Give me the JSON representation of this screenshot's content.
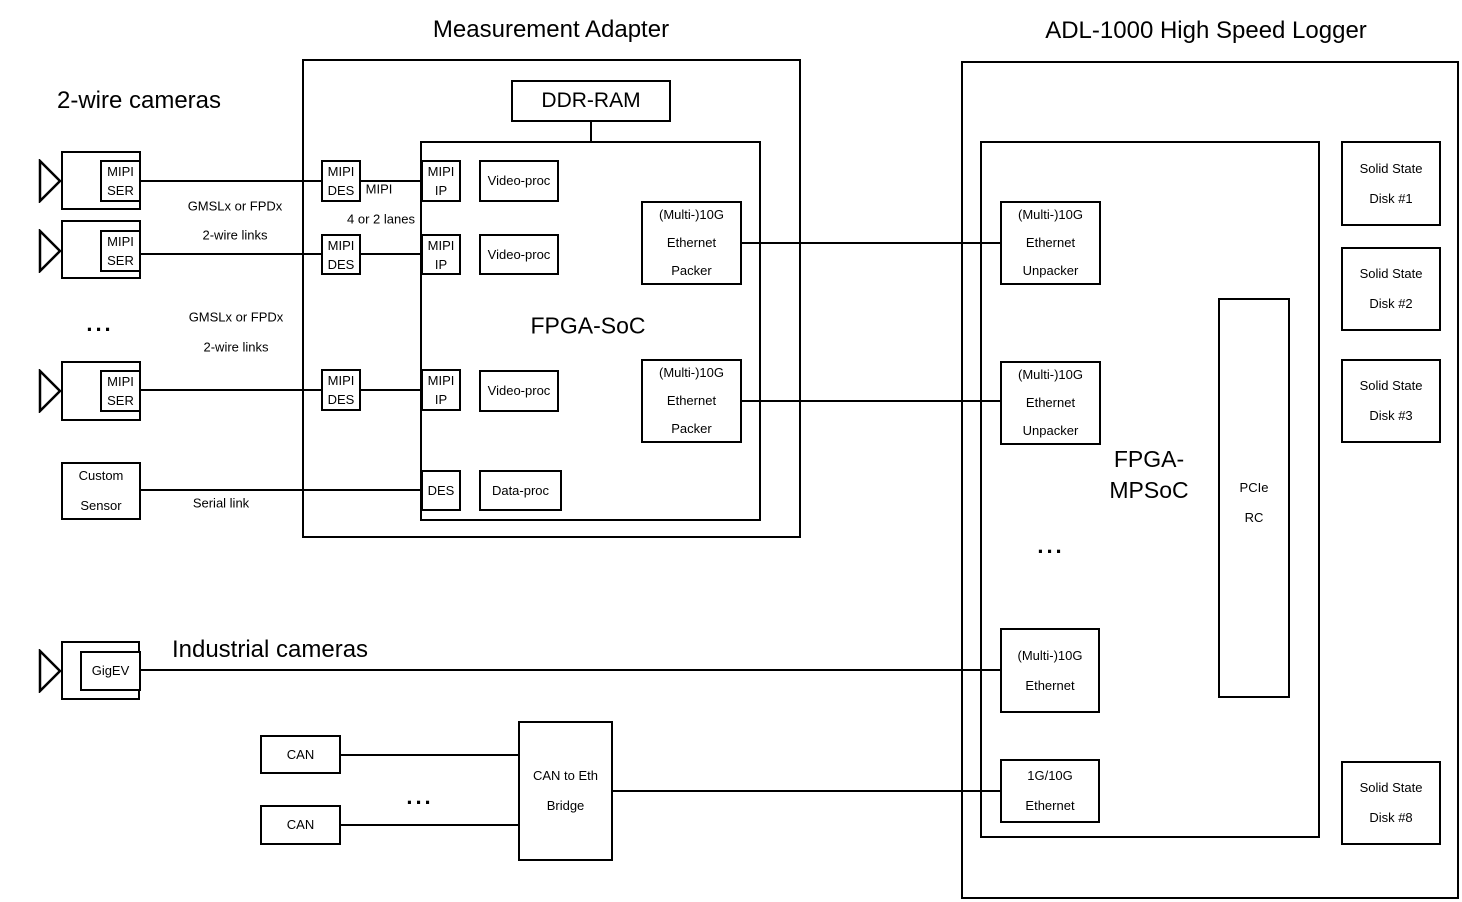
{
  "colors": {
    "line": "#000000",
    "background": "#ffffff",
    "text": "#000000"
  },
  "left": {
    "title": "2-wire cameras",
    "ellipsis": "...",
    "cameras": [
      {
        "l1": "MIPI",
        "l2": "SER"
      },
      {
        "l1": "MIPI",
        "l2": "SER"
      },
      {
        "l1": "MIPI",
        "l2": "SER"
      }
    ],
    "custom_sensor": {
      "l1": "Custom",
      "l2": "Sensor"
    },
    "gigev_label": "GigEV",
    "industrial_title": "Industrial cameras",
    "can_nodes": [
      "CAN",
      "CAN"
    ],
    "can_ellipsis": "...",
    "links": {
      "gmsl_top_1": "GMSLx or FPDx",
      "gmsl_top_2": "2-wire links",
      "gmsl_bottom_1": "GMSLx or FPDx",
      "gmsl_bottom_2": "2-wire links",
      "mipi": "MIPI",
      "lanes": "4 or 2 lanes",
      "serial": "Serial link"
    }
  },
  "adapter": {
    "title": "Measurement Adapter",
    "ddr_ram": "DDR-RAM",
    "fpga_label": "FPGA-SoC",
    "mipi_des": [
      {
        "l1": "MIPI",
        "l2": "DES"
      },
      {
        "l1": "MIPI",
        "l2": "DES"
      },
      {
        "l1": "MIPI",
        "l2": "DES"
      }
    ],
    "mipi_ip": [
      {
        "l1": "MIPI",
        "l2": "IP"
      },
      {
        "l1": "MIPI",
        "l2": "IP"
      },
      {
        "l1": "MIPI",
        "l2": "IP"
      }
    ],
    "video_proc": [
      "Video-proc",
      "Video-proc",
      "Video-proc"
    ],
    "des": "DES",
    "data_proc": "Data-proc",
    "packers": [
      {
        "l1": "(Multi-)10G",
        "l2": "Ethernet",
        "l3": "Packer"
      },
      {
        "l1": "(Multi-)10G",
        "l2": "Ethernet",
        "l3": "Packer"
      }
    ]
  },
  "bridge": {
    "l1": "CAN to Eth",
    "l2": "Bridge"
  },
  "logger": {
    "title": "ADL-1000 High Speed Logger",
    "fpga_label": {
      "l1": "FPGA-",
      "l2": "MPSoC"
    },
    "ellipsis": "...",
    "unpackers": [
      {
        "l1": "(Multi-)10G",
        "l2": "Ethernet",
        "l3": "Unpacker"
      },
      {
        "l1": "(Multi-)10G",
        "l2": "Ethernet",
        "l3": "Unpacker"
      }
    ],
    "eth_10g": {
      "l1": "(Multi-)10G",
      "l2": "Ethernet"
    },
    "eth_1g": {
      "l1": "1G/10G",
      "l2": "Ethernet"
    },
    "pcie": {
      "l1": "PCIe",
      "l2": "RC"
    },
    "disks": [
      {
        "l1": "Solid State",
        "l2": "Disk #1"
      },
      {
        "l1": "Solid State",
        "l2": "Disk #2"
      },
      {
        "l1": "Solid State",
        "l2": "Disk #3"
      },
      {
        "l1": "Solid State",
        "l2": "Disk #8"
      }
    ]
  }
}
